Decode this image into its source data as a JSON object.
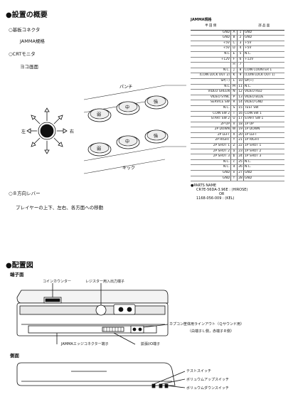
{
  "section1": {
    "title": "●設置の概要",
    "board_connector_label": "○基板コネクタ",
    "board_connector_value": "JAMMA規格",
    "crt_label": "○CRTモニタ",
    "crt_value": "ヨコ画面",
    "lever_label": "○８方向レバー",
    "lever_desc": "プレイヤーの上下、左右、各方面への移動",
    "left_label": "左",
    "right_label": "右",
    "punch_label": "パンチ",
    "kick_label": "キック",
    "btn_weak": "弱",
    "btn_mid": "中",
    "btn_strong": "強"
  },
  "jamma": {
    "title": "JAMMA規格",
    "col_solder": "半 田 側",
    "col_parts": "部 品 面",
    "rows": [
      [
        "GND",
        "A",
        "1",
        "GND"
      ],
      [
        "GND",
        "B",
        "2",
        "GND"
      ],
      [
        "+5V",
        "C",
        "3",
        "+5V"
      ],
      [
        "+5V",
        "D",
        "4",
        "+5V"
      ],
      [
        "N.C",
        "E",
        "5",
        "N.C."
      ],
      [
        "+12V",
        "F",
        "6",
        "+12V"
      ],
      [
        "",
        "H",
        "7",
        ""
      ],
      [
        "N.C.",
        "J",
        "8",
        "COIN COUNTER 1"
      ],
      [
        "(COIN LOCK OUT 2)",
        "K",
        "9",
        "(COIN LOCK OUT 1)"
      ],
      [
        "SP(−)",
        "L",
        "10",
        "SP(+)"
      ],
      [
        "N.C",
        "M",
        "11",
        "N.C."
      ],
      [
        "VIDEO GREEN",
        "N",
        "12",
        "VIDEO RED"
      ],
      [
        "VIDEO SYNC",
        "P",
        "13",
        "VIDEO BLUE"
      ],
      [
        "SERVICE SW",
        "R",
        "14",
        "VIDEO GND"
      ],
      [
        "N.C.",
        "S",
        "15",
        "TEST SW"
      ],
      [
        "COIN SW 2",
        "T",
        "16",
        "COIN SW 1"
      ],
      [
        "START SW 2",
        "U",
        "17",
        "START SW 1"
      ],
      [
        "2P UP",
        "V",
        "18",
        "1P UP"
      ],
      [
        "2P DOWN",
        "W",
        "19",
        "1P DOWN"
      ],
      [
        "2P LEFT",
        "X",
        "20",
        "1P LEFT"
      ],
      [
        "2P RIGHT",
        "Y",
        "21",
        "1P RIGHT"
      ],
      [
        "2P SHOT 1",
        "Z",
        "22",
        "1P SHOT 1"
      ],
      [
        "2P SHOT 2",
        "a",
        "23",
        "1P SHOT 2"
      ],
      [
        "2P SHOT 3",
        "b",
        "24",
        "1P SHOT 3"
      ],
      [
        "N.C.",
        "c",
        "25",
        "N.C."
      ],
      [
        "N.C.",
        "d",
        "26",
        "N.C."
      ],
      [
        "GND",
        "e",
        "27",
        "GND"
      ],
      [
        "GND",
        "f",
        "28",
        "GND"
      ]
    ],
    "parts_name": "●PARTS NAME",
    "parts_line1": "CR7E-56DA-3.96E : (HIROSE)",
    "parts_or": "OR",
    "parts_line2": "1168-056-009 : (KEL)"
  },
  "section2": {
    "title": "●配置図",
    "terminal_label": "端子面",
    "coin_counter": "コインカウンター",
    "register_io": "レジスター用入出力端子",
    "line_out": "カプコン筐体用ラインアウト（Ｑサウンド用）",
    "line_out_sub": "（白端子Ｌ側，赤端子Ｒ側）",
    "jamma_edge": "JAMMAエッジコネクター端子",
    "ext_io": "拡張I/O端子",
    "side_label": "側面",
    "test_switch": "テストスイッチ",
    "vol_up": "ボリュウムアップスイッチ",
    "vol_down": "ボリュウムダウンスイッチ"
  }
}
